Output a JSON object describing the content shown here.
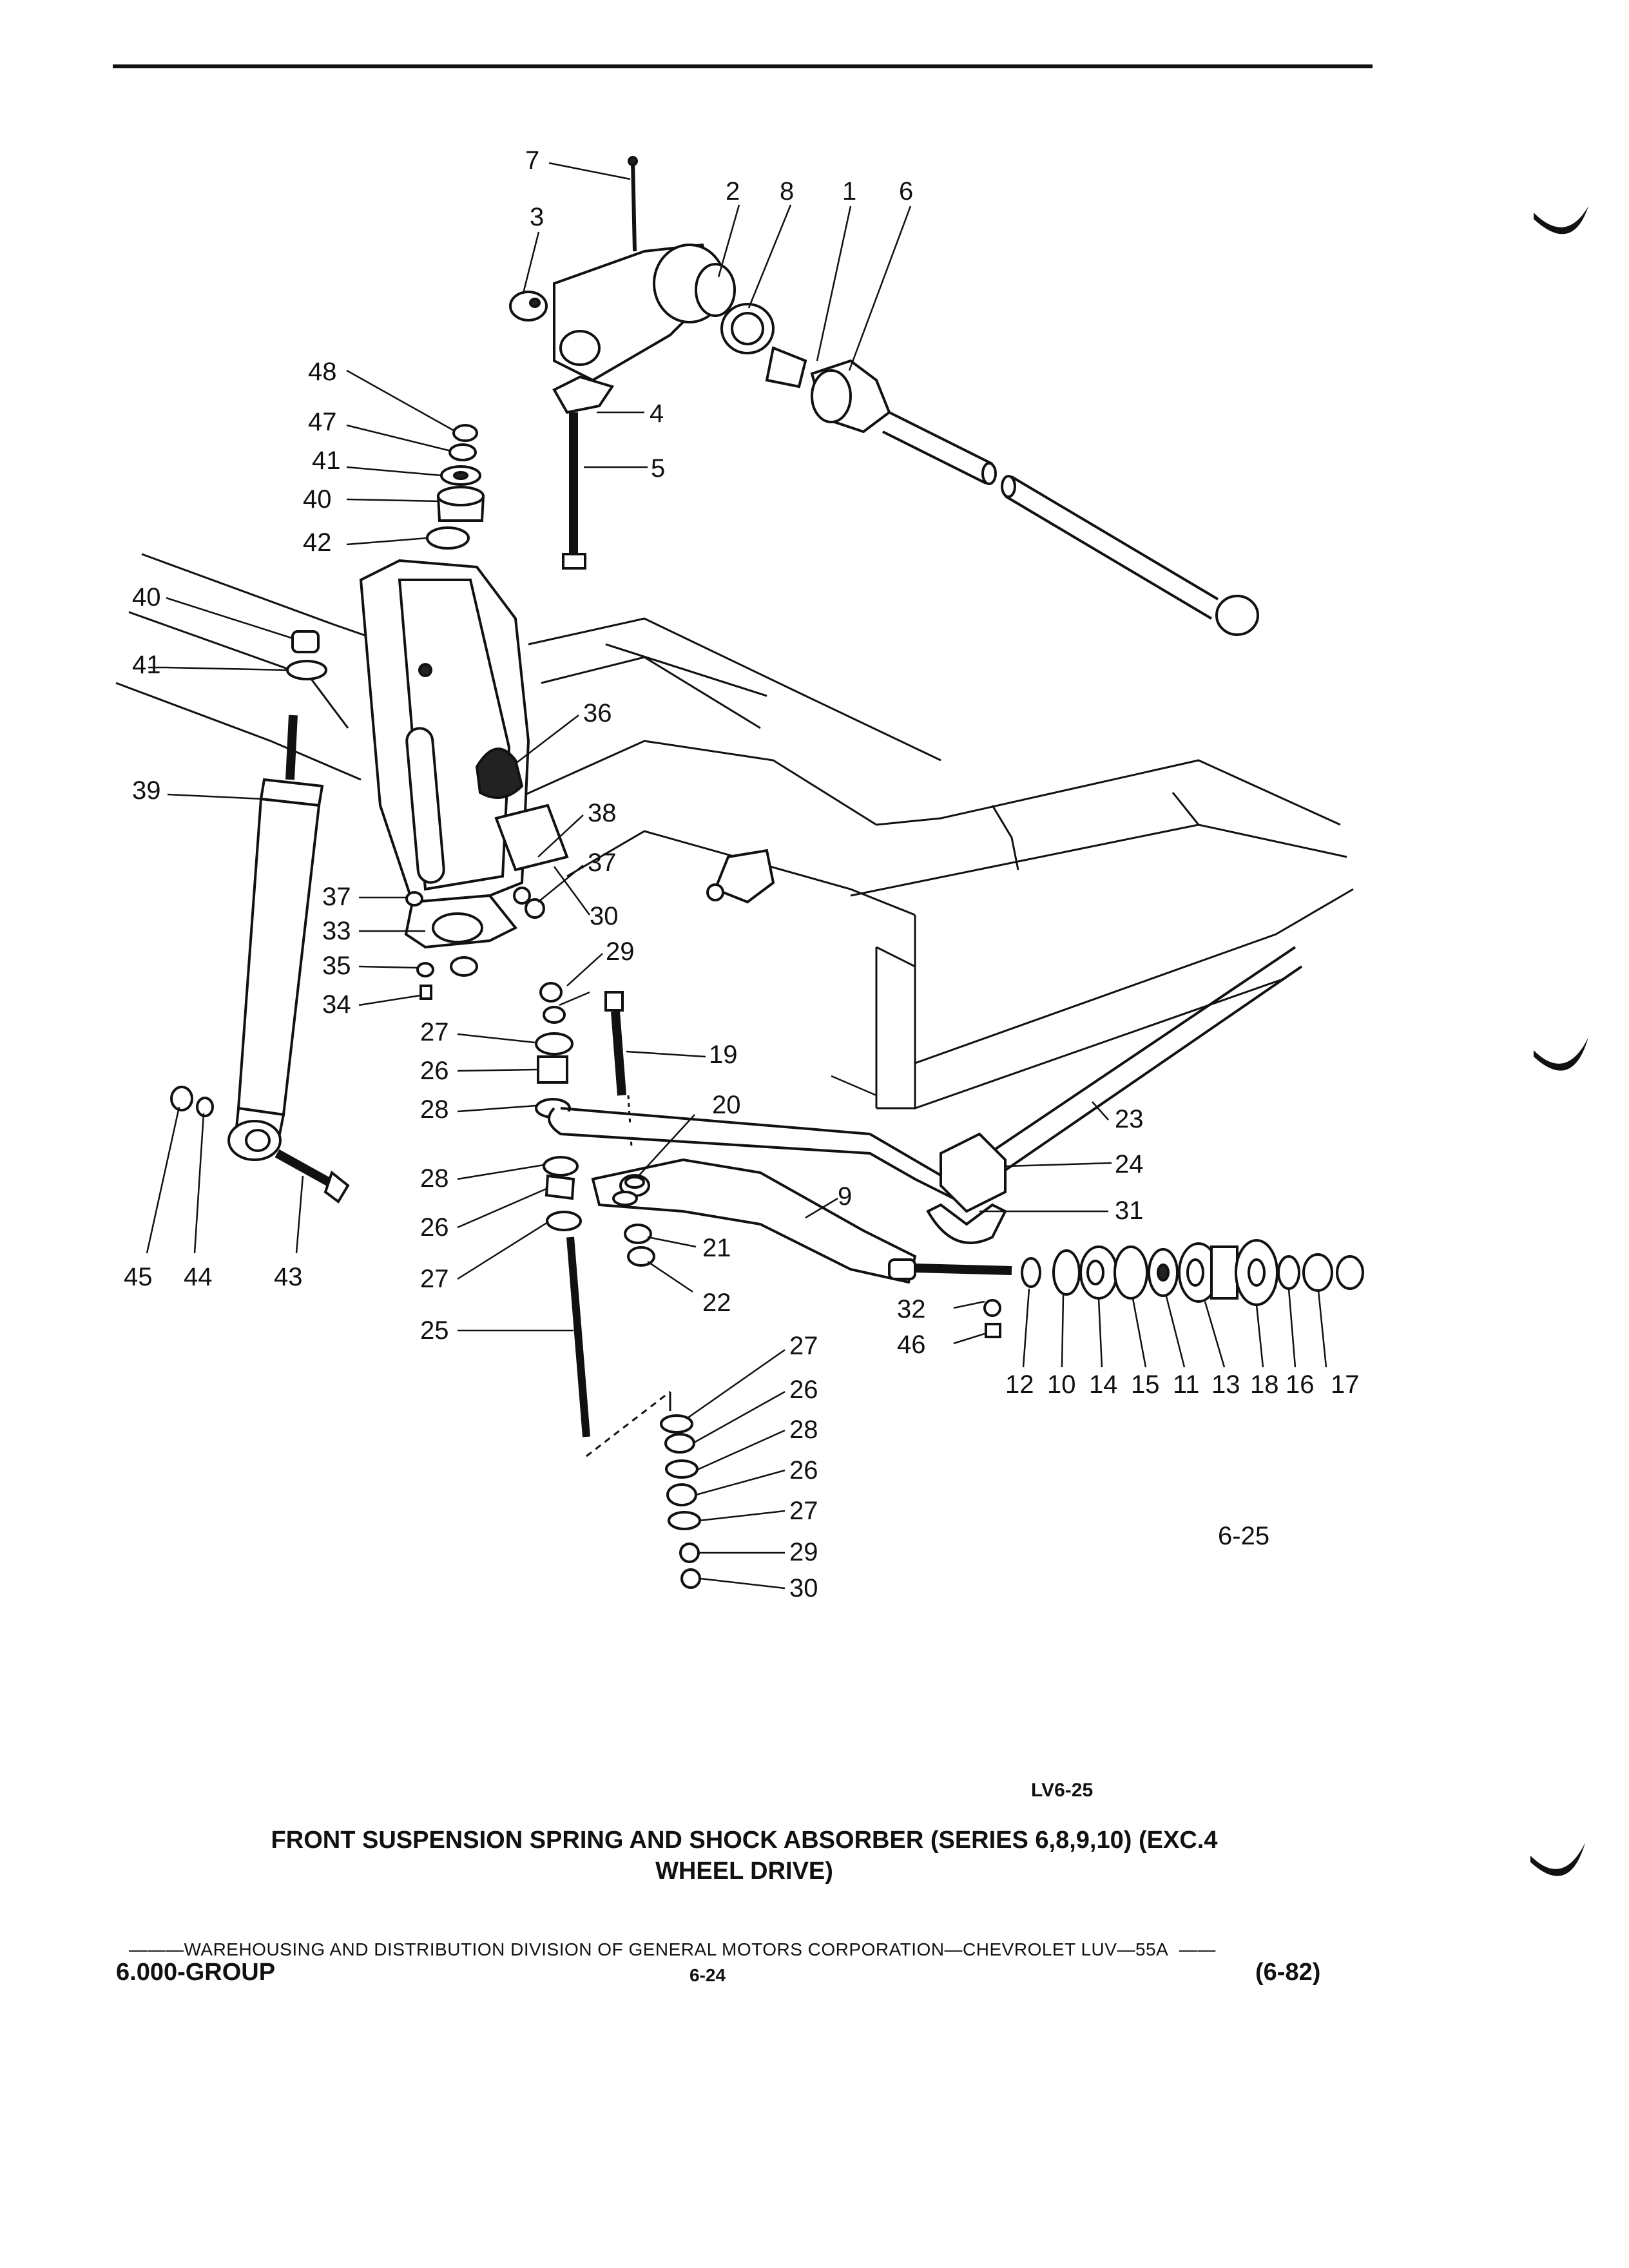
{
  "figure_ref": "6-25",
  "image_code": "LV6-25",
  "caption": {
    "line1": "FRONT SUSPENSION SPRING AND SHOCK ABSORBER (SERIES 6,8,9,10) (EXC.4",
    "line2": "WHEEL DRIVE)"
  },
  "footer": {
    "line": "WAREHOUSING AND DISTRIBUTION DIVISION OF GENERAL MOTORS CORPORATION—CHEVROLET LUV—55A",
    "group": "6.000-GROUP",
    "page": "6-24",
    "date": "(6-82)"
  },
  "callouts": [
    {
      "id": "c7",
      "text": "7"
    },
    {
      "id": "c3",
      "text": "3"
    },
    {
      "id": "c2",
      "text": "2"
    },
    {
      "id": "c8",
      "text": "8"
    },
    {
      "id": "c1",
      "text": "1"
    },
    {
      "id": "c6",
      "text": "6"
    },
    {
      "id": "c48",
      "text": "48"
    },
    {
      "id": "c4",
      "text": "4"
    },
    {
      "id": "c47",
      "text": "47"
    },
    {
      "id": "c41a",
      "text": "41"
    },
    {
      "id": "c5",
      "text": "5"
    },
    {
      "id": "c40a",
      "text": "40"
    },
    {
      "id": "c42",
      "text": "42"
    },
    {
      "id": "c40b",
      "text": "40"
    },
    {
      "id": "c41b",
      "text": "41"
    },
    {
      "id": "c36",
      "text": "36"
    },
    {
      "id": "c39",
      "text": "39"
    },
    {
      "id": "c38",
      "text": "38"
    },
    {
      "id": "c37a",
      "text": "37"
    },
    {
      "id": "c37b",
      "text": "37"
    },
    {
      "id": "c33",
      "text": "33"
    },
    {
      "id": "c30a",
      "text": "30"
    },
    {
      "id": "c35",
      "text": "35"
    },
    {
      "id": "c29a",
      "text": "29"
    },
    {
      "id": "c34",
      "text": "34"
    },
    {
      "id": "c27a",
      "text": "27"
    },
    {
      "id": "c19",
      "text": "19"
    },
    {
      "id": "c26a",
      "text": "26"
    },
    {
      "id": "c28a",
      "text": "28"
    },
    {
      "id": "c20",
      "text": "20"
    },
    {
      "id": "c23",
      "text": "23"
    },
    {
      "id": "c24",
      "text": "24"
    },
    {
      "id": "c28b",
      "text": "28"
    },
    {
      "id": "c9",
      "text": "9"
    },
    {
      "id": "c31",
      "text": "31"
    },
    {
      "id": "c26b",
      "text": "26"
    },
    {
      "id": "c45",
      "text": "45"
    },
    {
      "id": "c44",
      "text": "44"
    },
    {
      "id": "c43",
      "text": "43"
    },
    {
      "id": "c27b",
      "text": "27"
    },
    {
      "id": "c21",
      "text": "21"
    },
    {
      "id": "c22",
      "text": "22"
    },
    {
      "id": "c32",
      "text": "32"
    },
    {
      "id": "c25",
      "text": "25"
    },
    {
      "id": "c27c",
      "text": "27"
    },
    {
      "id": "c46",
      "text": "46"
    },
    {
      "id": "c26c",
      "text": "26"
    },
    {
      "id": "c28c",
      "text": "28"
    },
    {
      "id": "c26d",
      "text": "26"
    },
    {
      "id": "c27d",
      "text": "27"
    },
    {
      "id": "c29b",
      "text": "29"
    },
    {
      "id": "c30b",
      "text": "30"
    },
    {
      "id": "c12",
      "text": "12"
    },
    {
      "id": "c10",
      "text": "10"
    },
    {
      "id": "c14",
      "text": "14"
    },
    {
      "id": "c15",
      "text": "15"
    },
    {
      "id": "c11",
      "text": "11"
    },
    {
      "id": "c13",
      "text": "13"
    },
    {
      "id": "c18",
      "text": "18"
    },
    {
      "id": "c16",
      "text": "16"
    },
    {
      "id": "c17",
      "text": "17"
    }
  ]
}
